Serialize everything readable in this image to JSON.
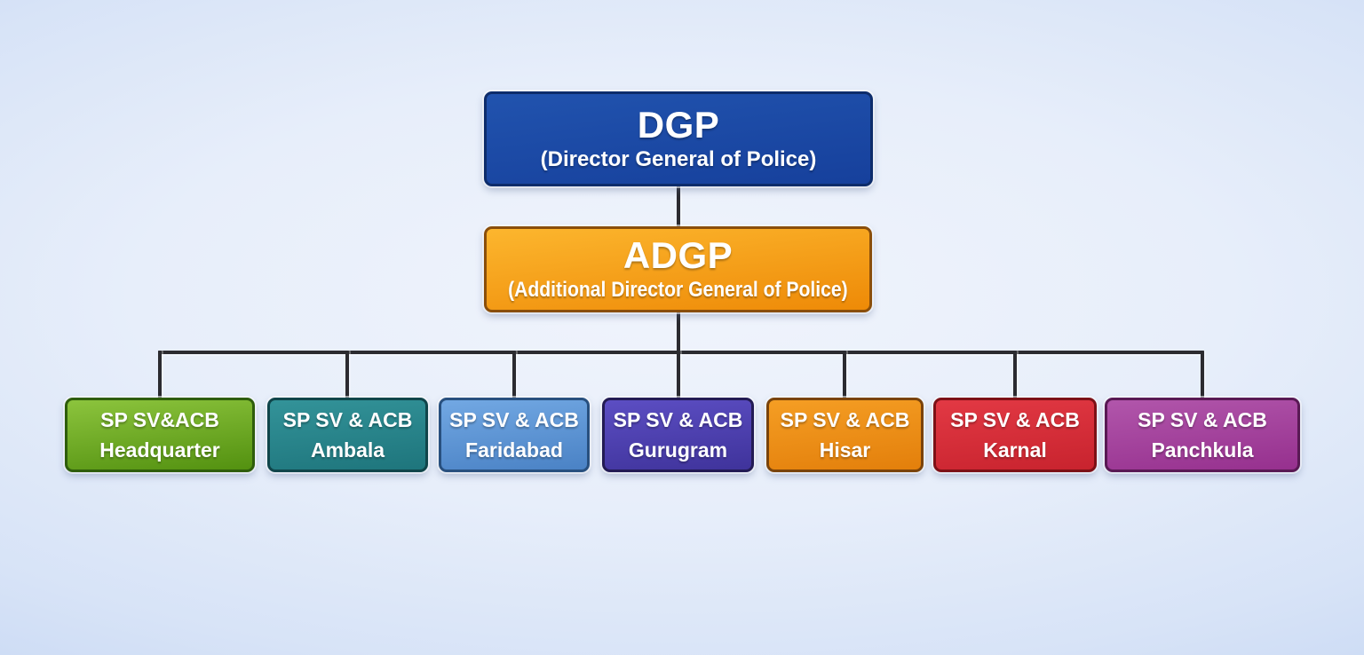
{
  "diagram": {
    "connector_color": "#2b2b30",
    "nodes": {
      "dgp": {
        "title": "DGP",
        "subtitle": "(Director General of Police)",
        "fill_top": "#2153ae",
        "fill_bottom": "#16409c",
        "border": "#0d2c6b"
      },
      "adgp": {
        "title": "ADGP",
        "subtitle": "(Additional Director General of Police)",
        "fill_top": "#fcb62e",
        "fill_bottom": "#ee8a07",
        "border": "#8a4e0a"
      },
      "units": [
        {
          "line1": "SP SV&ACB",
          "line2": "Headquarter",
          "fill_top": "#8cc43d",
          "fill_bottom": "#539110",
          "border": "#2e5d0b"
        },
        {
          "line1": "SP SV & ACB",
          "line2": "Ambala",
          "fill_top": "#339399",
          "fill_bottom": "#1e757c",
          "border": "#10454a"
        },
        {
          "line1": "SP SV & ACB",
          "line2": "Faridabad",
          "fill_top": "#72a8e3",
          "fill_bottom": "#4a82c5",
          "border": "#28507f"
        },
        {
          "line1": "SP SV & ACB",
          "line2": "Gurugram",
          "fill_top": "#5c4ec3",
          "fill_bottom": "#3f339b",
          "border": "#231b54"
        },
        {
          "line1": "SP SV & ACB",
          "line2": "Hisar",
          "fill_top": "#f59e24",
          "fill_bottom": "#e37f0b",
          "border": "#7a430a"
        },
        {
          "line1": "SP SV & ACB",
          "line2": "Karnal",
          "fill_top": "#e23944",
          "fill_bottom": "#c8232e",
          "border": "#7d1016"
        },
        {
          "line1": "SP SV & ACB",
          "line2": "Panchkula",
          "fill_top": "#b156ab",
          "fill_bottom": "#96308e",
          "border": "#591954"
        }
      ]
    }
  }
}
